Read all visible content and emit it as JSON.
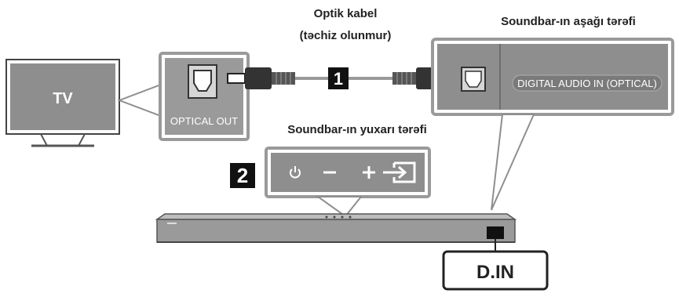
{
  "cable": {
    "title": "Optik kabel",
    "subtitle": "(təchiz olunmur)",
    "step_number": "1"
  },
  "tv": {
    "label": "TV",
    "port_label": "OPTICAL OUT"
  },
  "soundbar_bottom": {
    "caption": "Soundbar-ın aşağı tərəfi",
    "port_label": "DIGITAL AUDIO IN (OPTICAL)"
  },
  "soundbar_top": {
    "caption": "Soundbar-ın yuxarı tərəfi",
    "step_number": "2",
    "buttons": [
      "power-icon",
      "volume-down-icon",
      "volume-up-icon",
      "source-input-icon"
    ]
  },
  "display": {
    "text": "D.IN"
  },
  "colors": {
    "panel_gray": "#8e8e8e",
    "panel_light": "#c9c9c9",
    "dark": "#222222",
    "connector": "#555555"
  }
}
